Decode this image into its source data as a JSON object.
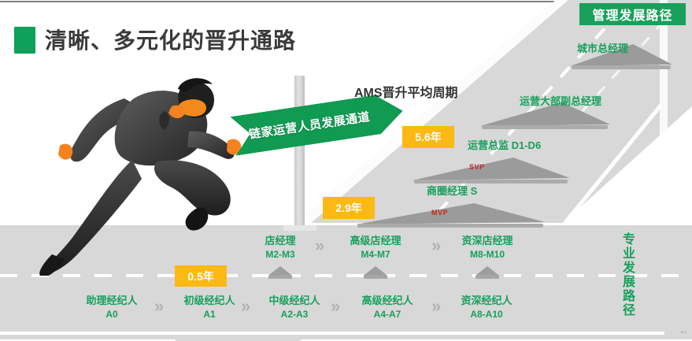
{
  "title": {
    "text": "清晰、多元化的晋升通路",
    "accent_color": "#0DA159"
  },
  "ribbon": {
    "label": "链家运营人员发展通道",
    "color": "#109A52"
  },
  "ams_caption": "AMS晋升平均周期",
  "management_badge": {
    "label": "管理发展路径",
    "color": "#19A05A"
  },
  "professional_label": "专业发展路径",
  "cycle_badges": [
    {
      "id": "cycle-5-6",
      "value": "5.6年"
    },
    {
      "id": "cycle-2-9",
      "value": "2.9年"
    },
    {
      "id": "cycle-0-5",
      "value": "0.5年"
    }
  ],
  "management_track": [
    {
      "label": "城市总经理",
      "tag": ""
    },
    {
      "label": "运营大部副总经理",
      "tag": ""
    },
    {
      "label": "运营总监 D1-D6",
      "tag": ""
    },
    {
      "label": "商圈经理 S",
      "tag": "SVP"
    },
    {
      "label": "",
      "tag": "MVP"
    }
  ],
  "store_manager_row": [
    {
      "l1": "店经理",
      "l2": "M2-M3"
    },
    {
      "l1": "高级店经理",
      "l2": "M4-M7"
    },
    {
      "l1": "资深店经理",
      "l2": "M8-M10"
    }
  ],
  "agent_row": [
    {
      "l1": "助理经纪人",
      "l2": "A0"
    },
    {
      "l1": "初级经纪人",
      "l2": "A1"
    },
    {
      "l1": "中级经纪人",
      "l2": "A2-A3"
    },
    {
      "l1": "高级经纪人",
      "l2": "A4-A7"
    },
    {
      "l1": "资深经纪人",
      "l2": "A8-A10"
    }
  ],
  "chevron_glyph": "»",
  "corner_arrow_glyph": "←",
  "colors": {
    "green": "#17A05C",
    "yellow": "#FCB913",
    "road": "#D8D8D8",
    "mountain": "#9E9E9E",
    "rank_red": "#C8281E"
  }
}
